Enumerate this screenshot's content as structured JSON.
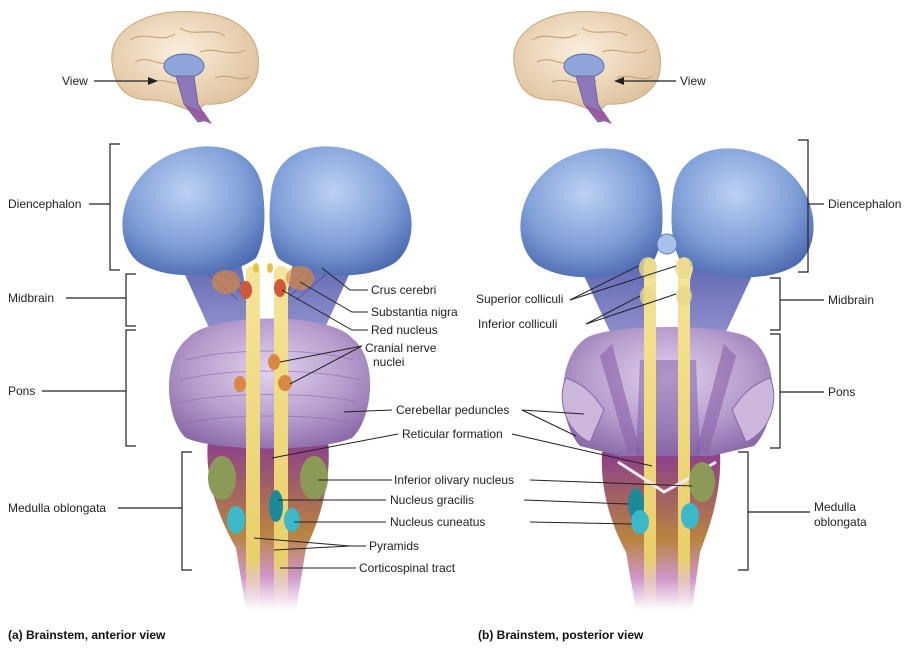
{
  "views": {
    "anterior": {
      "caption": "(a) Brainstem, anterior view",
      "inset_label": "View",
      "regions": {
        "diencephalon": "Diencephalon",
        "midbrain": "Midbrain",
        "pons": "Pons",
        "medulla": "Medulla oblongata"
      },
      "structures": {
        "crus_cerebri": "Crus cerebri",
        "substantia_nigra": "Substantia nigra",
        "red_nucleus": "Red nucleus",
        "cranial_nerve_nuclei_1": "Cranial nerve",
        "cranial_nerve_nuclei_2": "nuclei",
        "cerebellar_peduncles": "Cerebellar peduncles",
        "reticular_formation": "Reticular formation",
        "inferior_olivary_nucleus": "Inferior olivary nucleus",
        "nucleus_gracilis": "Nucleus gracilis",
        "nucleus_cuneatus": "Nucleus cuneatus",
        "pyramids": "Pyramids",
        "corticospinal_tract": "Corticospinal tract"
      }
    },
    "posterior": {
      "caption": "(b) Brainstem, posterior view",
      "inset_label": "View",
      "regions": {
        "diencephalon": "Diencephalon",
        "midbrain": "Midbrain",
        "pons": "Pons",
        "medulla_1": "Medulla",
        "medulla_2": "oblongata"
      },
      "structures": {
        "superior_colliculi": "Superior colliculi",
        "inferior_colliculi": "Inferior colliculi"
      }
    }
  },
  "colors": {
    "diencephalon": "#7f9fd8",
    "midbrain": "#6e78b8",
    "pons": "#a58ac0",
    "medulla": "#9c5aa0",
    "tract": "#f0dc78",
    "olive": "#8c9a58",
    "nucleus_gracilis": "#1c8a98",
    "nucleus_cuneatus": "#3cb8c8",
    "red_nucleus": "#d0583a",
    "brain": "#efd8b8",
    "leader": "#222222"
  }
}
